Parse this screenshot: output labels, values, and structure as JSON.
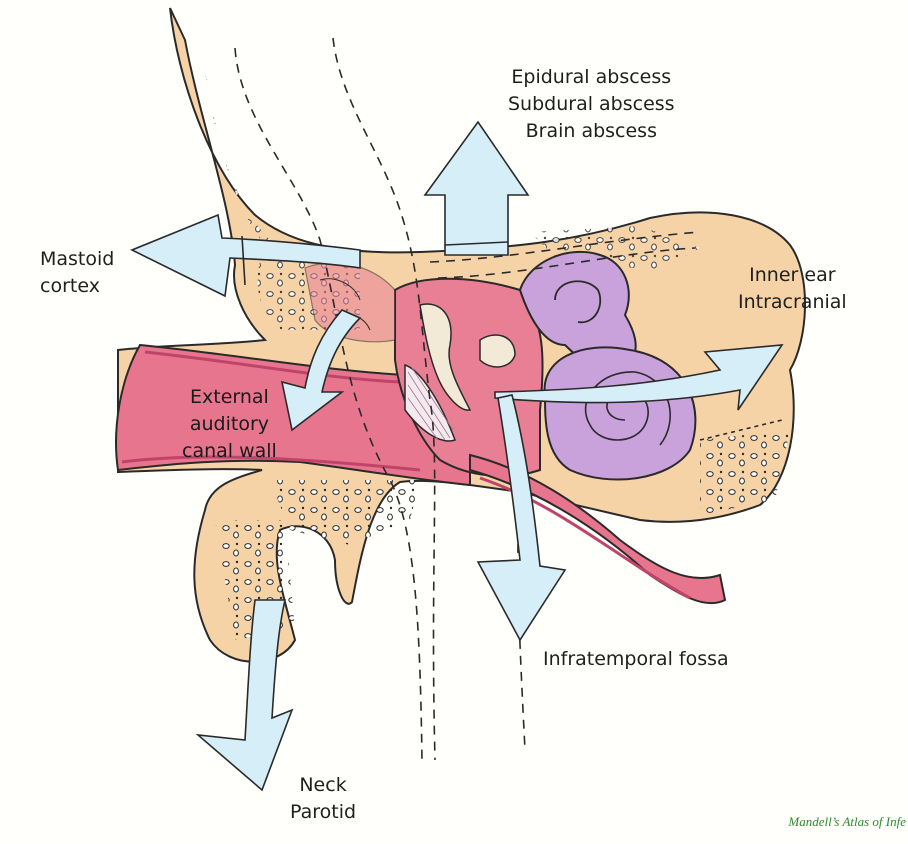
{
  "labels": {
    "top": [
      "Epidural abscess",
      "Subdural abscess",
      "Brain abscess"
    ],
    "mastoid": [
      "Mastoid",
      "cortex"
    ],
    "inner": [
      "Inner ear",
      "Intracranial"
    ],
    "canal": [
      "External",
      "auditory",
      "canal wall"
    ],
    "infratemporal": "Infratemporal fossa",
    "neck": [
      "Neck",
      "Parotid"
    ]
  },
  "credit": "Mandell’s Atlas of Infe",
  "colors": {
    "bone": "#f6d3a7",
    "canal": "#e8758e",
    "middle_ear": "#e87f94",
    "labyrinth": "#c9a2dc",
    "arrow": "#d6eef8",
    "outline": "#2a2a2a"
  },
  "icons": [
    "arrow-up-icon",
    "arrow-left-icon",
    "arrow-down-icon",
    "arrow-right-icon"
  ]
}
